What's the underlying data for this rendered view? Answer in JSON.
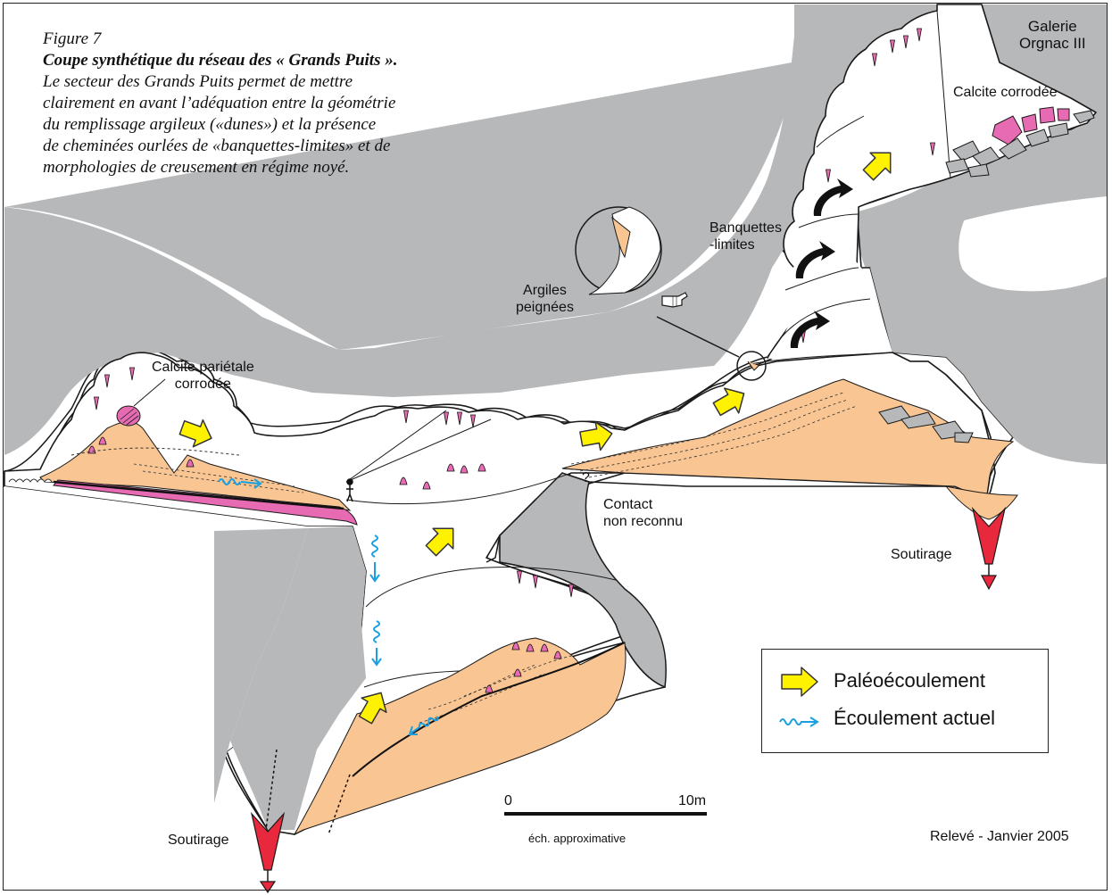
{
  "caption": {
    "figure": "Figure 7",
    "title": "Coupe synthétique du réseau des « Grands Puits ».",
    "lines": [
      "Le secteur des Grands Puits permet de mettre",
      "clairement en avant l’adéquation entre la géométrie",
      "du remplissage argileux («dunes») et la présence",
      "de cheminées ourlées de «banquettes-limites» et de",
      "morphologies de creusement en régime noyé."
    ]
  },
  "labels": {
    "galerie": [
      "Galerie",
      "Orgnac III"
    ],
    "calcite_corrodee": "Calcite corrodée",
    "banquettes": [
      "Banquettes",
      "-limites"
    ],
    "argiles": [
      "Argiles",
      "peignées"
    ],
    "calcite_parietale": [
      "Calcite pariétale",
      "corrodée"
    ],
    "contact": [
      "Contact",
      "non reconnu"
    ],
    "question_mark": "?",
    "soutirage_right": "Soutirage",
    "soutirage_left": "Soutirage",
    "releve": "Relevé - Janvier 2005"
  },
  "scale": {
    "start": "0",
    "end": "10m",
    "note": "éch. approximative"
  },
  "legend": {
    "paleo": "Paléoécoulement",
    "actuel": "Écoulement actuel"
  },
  "colors": {
    "rock": "#b7b8ba",
    "clay": "#f8c593",
    "calcite": "#e76bb3",
    "paleo_arrow": "#fff200",
    "current_flow": "#1aa0e0",
    "soutirage": "#e8283c",
    "outline": "#1a1a1a"
  },
  "icons": {
    "pointer": "pointing-hand-icon",
    "person": "person-figure-icon"
  }
}
